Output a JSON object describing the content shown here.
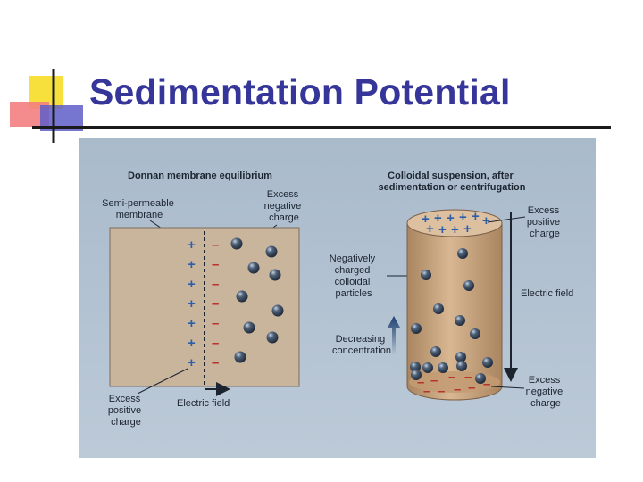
{
  "slide": {
    "title": "Sedimentation Potential"
  },
  "diagram": {
    "left_panel": {
      "heading": "Donnan membrane equilibrium",
      "membrane_label": [
        "Semi-permeable",
        "membrane"
      ],
      "excess_negative_label": [
        "Excess",
        "negative",
        "charge"
      ],
      "excess_positive_label": [
        "Excess",
        "positive",
        "charge"
      ],
      "electric_field_label": "Electric field",
      "plus_glyph": "+",
      "minus_glyph": "–"
    },
    "right_panel": {
      "heading": [
        "Colloidal suspension, after",
        "sedimentation or centrifugation"
      ],
      "particles_label": [
        "Negatively",
        "charged",
        "colloidal",
        "particles"
      ],
      "concentration_label": [
        "Decreasing",
        "concentration"
      ],
      "excess_positive_label": [
        "Excess",
        "positive",
        "charge"
      ],
      "electric_field_label": "Electric field",
      "excess_negative_label": [
        "Excess",
        "negative",
        "charge"
      ]
    },
    "colors": {
      "panel_background": "#b4c3d3",
      "box_fill": "#c9b49c",
      "cylinder_fill": "#caa680",
      "particle": "#2a3a4e",
      "positive": "#2d5ea8",
      "negative": "#b8322a",
      "arrow": "#1d3f6e"
    }
  }
}
